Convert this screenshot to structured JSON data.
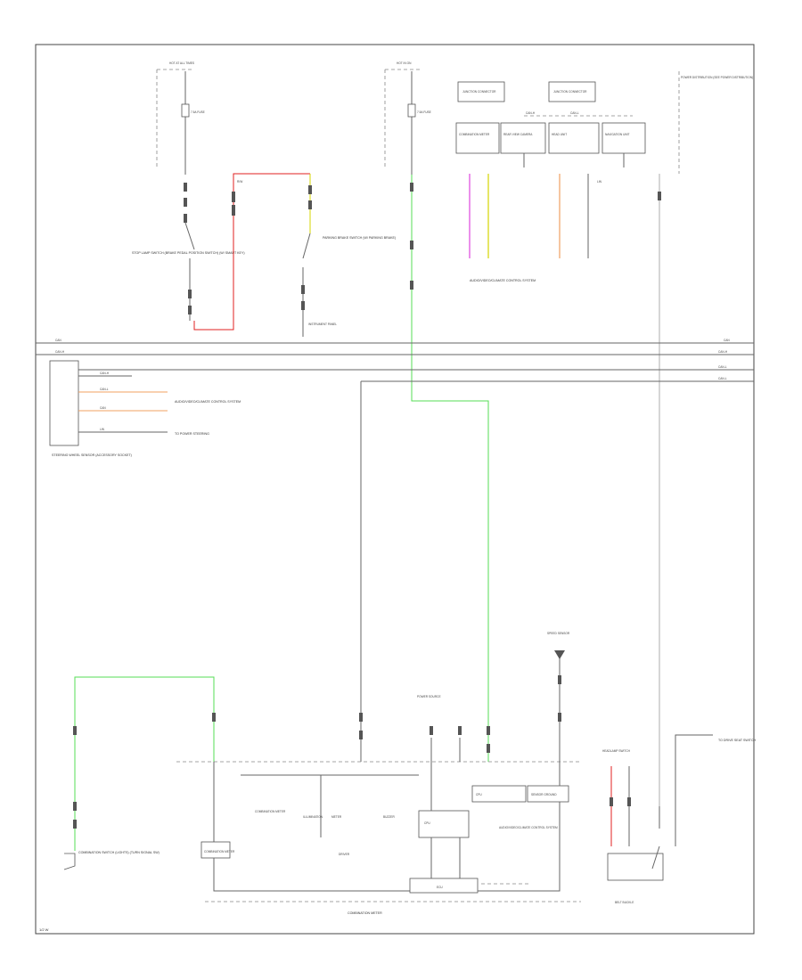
{
  "diagram": {
    "page_code": "1/2 W",
    "fuses": {
      "left_header": "HOT AT ALL TIMES",
      "left_fuse": "7.5A FUSE",
      "mid_header": "HOT IN ON",
      "mid_fuse": "7.5A FUSE"
    },
    "top_right": {
      "note": "POWER DISTRIBUTION (SEE POWER DISTRIBUTION)",
      "connector_a": "JUNCTION CONNECTOR",
      "connector_b": "JUNCTION CONNECTOR",
      "box1": "COMBINATION METER",
      "box2": "REAR VIEW CAMERA",
      "box3": "HEAD UNIT",
      "box4": "NAVIGATION UNIT",
      "bus_label_1": "CAN-H",
      "bus_label_2": "CAN-L",
      "wire_label": "LIN",
      "footer": "AUDIO/VIDEO/CLIMATE CONTROL SYSTEM"
    },
    "left_switch": {
      "label": "STOP LAMP SWITCH (BRAKE PEDAL POSITION SWITCH) (W/ SMART KEY)",
      "wire": "R/W"
    },
    "mid_switch": {
      "label": "PARKING BRAKE SWITCH (W/ PARKING BRAKE)",
      "ground": "INSTRUMENT PANEL"
    },
    "bus": {
      "left_top": "CAN",
      "left_main": "CAN-H",
      "right_top": "CAN",
      "right_main": "CAN-H",
      "right_2": "CAN-L",
      "right_3": "CAN-L"
    },
    "gateway": {
      "label": "STEERING WHEEL SENSOR (ACCESSORY SOCKET)",
      "w1": "CAN-H",
      "w2": "CAN-L",
      "w3": "CAN",
      "w4": "LIN",
      "dest1": "AUDIO/VIDEO/CLIMATE CONTROL SYSTEM",
      "dest2": "TO POWER STEERING"
    },
    "bottom": {
      "main_lower_label": "COMBINATION METER",
      "inner_label": "CPU",
      "ground_label": "SENSOR GROUND",
      "ground2_label": "AUDIO/VIDEO/CLIMATE CONTROL SYSTEM",
      "left_device": "COMBINATION SWITCH (LIGHTS) (TURN SIGNAL SW)",
      "speed_label": "SPEED SENSOR",
      "buzzer_label": "BUZZER",
      "driver_label": "DRIVER",
      "cpu_label": "CPU",
      "ecu_box": "ECU",
      "lamp_label": "HEADLAMP SWITCH",
      "right_box_label": "BELT BUCKLE",
      "right_dest": "TO DRIVE SEAT SWITCH",
      "power_label": "POWER SOURCE",
      "meter_a": "COMBINATION METER",
      "meter_b": "ILLUMINATION",
      "meter_c": "METER",
      "bottom_left_label": "COMBINATION METER"
    }
  }
}
